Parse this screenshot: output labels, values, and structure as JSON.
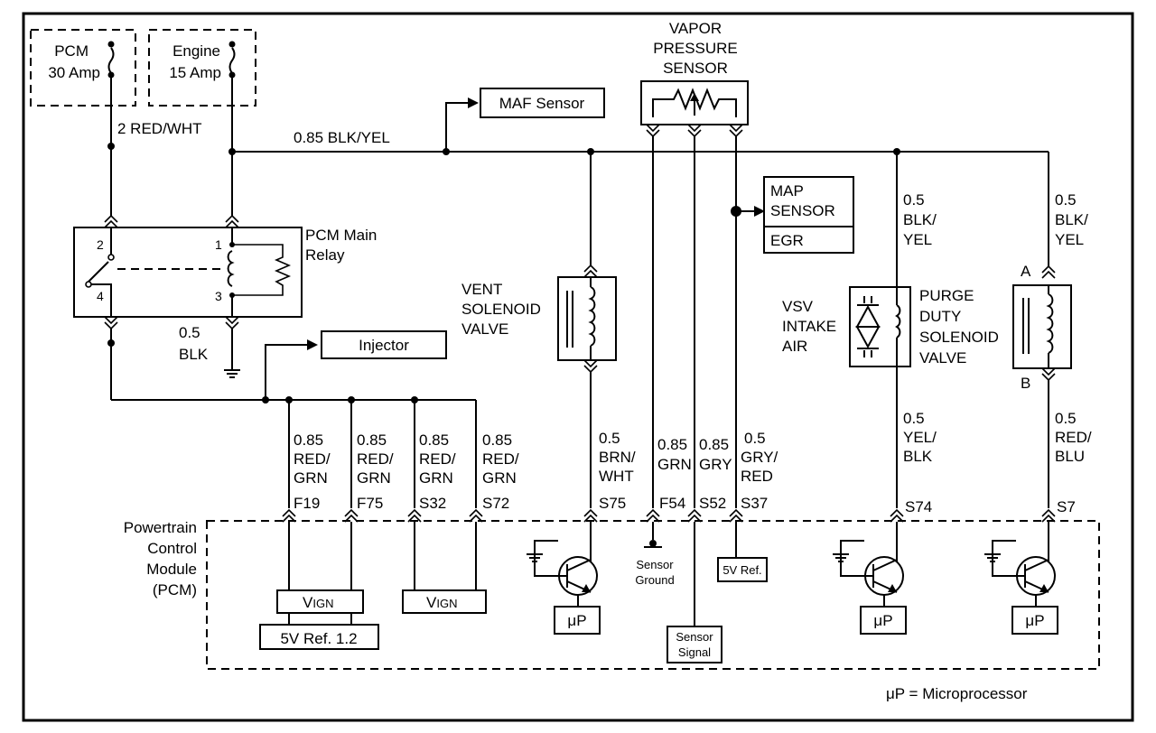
{
  "fuses": {
    "pcm": [
      "PCM",
      "30 Amp"
    ],
    "engine": [
      "Engine",
      "15 Amp"
    ]
  },
  "wires": {
    "red_wht": "2 RED/WHT",
    "blk_yel_main": "0.85 BLK/YEL",
    "relay_gnd": [
      "0.5",
      "BLK"
    ],
    "purge_feed": [
      "0.5",
      "BLK/",
      "YEL"
    ],
    "s7_feed": [
      "0.5",
      "BLK/",
      "YEL"
    ],
    "f19": [
      "0.85",
      "RED/",
      "GRN"
    ],
    "f75": [
      "0.85",
      "RED/",
      "GRN"
    ],
    "s32": [
      "0.85",
      "RED/",
      "GRN"
    ],
    "s72": [
      "0.85",
      "RED/",
      "GRN"
    ],
    "vent": [
      "0.5",
      "BRN/",
      "WHT"
    ],
    "f54": [
      "0.85",
      "GRN"
    ],
    "s52": [
      "0.85",
      "GRY"
    ],
    "s37": [
      "0.5",
      "GRY/",
      "RED"
    ],
    "s74": [
      "0.5",
      "YEL/",
      "BLK"
    ],
    "s7": [
      "0.5",
      "RED/",
      "BLU"
    ]
  },
  "components": {
    "maf": "MAF Sensor",
    "vapor": [
      "VAPOR",
      "PRESSURE",
      "SENSOR"
    ],
    "map": [
      "MAP",
      "SENSOR"
    ],
    "egr": "EGR",
    "relay": [
      "PCM Main",
      "Relay"
    ],
    "relay_pins": [
      "2",
      "4",
      "1",
      "3"
    ],
    "injector": "Injector",
    "vent_valve": [
      "VENT",
      "SOLENOID",
      "VALVE"
    ],
    "vsv": [
      "VSV",
      "INTAKE",
      "AIR"
    ],
    "purge": [
      "PURGE",
      "DUTY",
      "SOLENOID",
      "VALVE"
    ],
    "pin_a": "A",
    "pin_b": "B"
  },
  "pcm": {
    "label": [
      "Powertrain",
      "Control",
      "Module",
      "(PCM)"
    ],
    "terminals": [
      "F19",
      "F75",
      "S32",
      "S72",
      "S75",
      "F54",
      "S52",
      "S37",
      "S74",
      "S7"
    ],
    "vign1": "V",
    "vign1_sub": "IGN",
    "vign2": "V",
    "vign2_sub": "IGN",
    "five_v_ref_12": "5V Ref. 1.2",
    "sensor_ground": [
      "Sensor",
      "Ground"
    ],
    "sensor_signal": [
      "Sensor",
      "Signal"
    ],
    "five_v_ref": "5V Ref.",
    "up1": "μP",
    "up2": "μP",
    "up3": "μP"
  },
  "legend": "μP = Microprocessor"
}
